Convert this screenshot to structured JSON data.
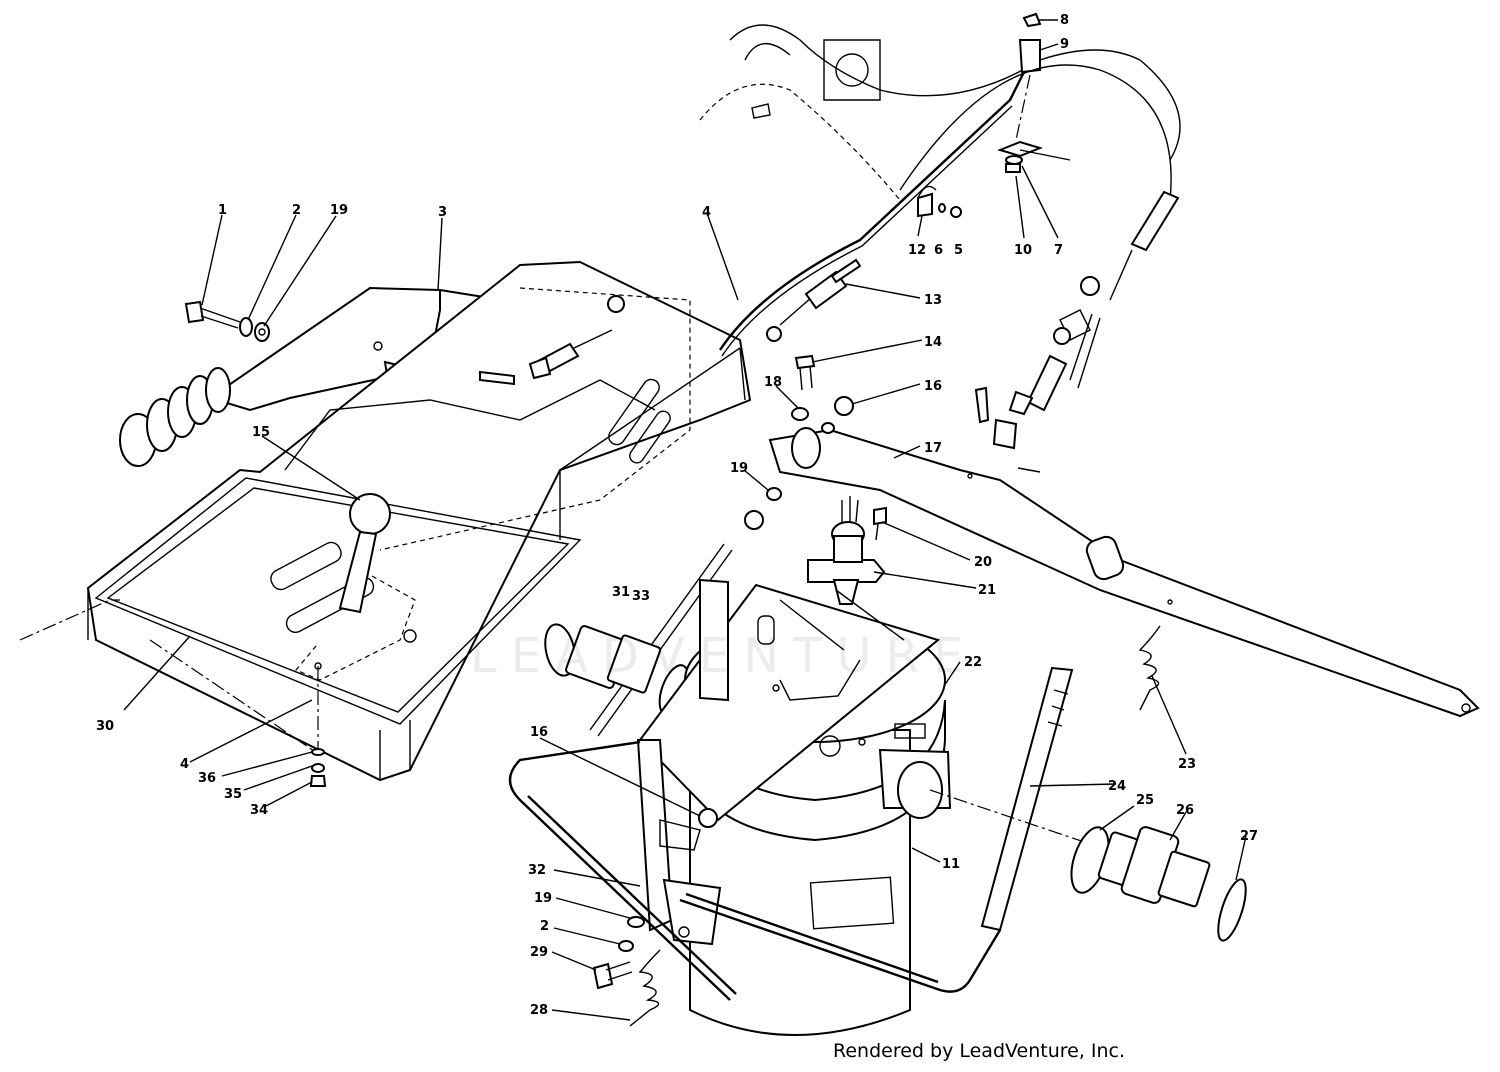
{
  "credit": "Rendered by LeadVenture, Inc.",
  "watermark": "LEADVENTURE",
  "callouts": [
    {
      "id": "c1",
      "text": "1"
    },
    {
      "id": "c2",
      "text": "2"
    },
    {
      "id": "c19a",
      "text": "19"
    },
    {
      "id": "c3",
      "text": "3"
    },
    {
      "id": "c4a",
      "text": "4"
    },
    {
      "id": "c8",
      "text": "8"
    },
    {
      "id": "c9",
      "text": "9"
    },
    {
      "id": "c12",
      "text": "12"
    },
    {
      "id": "c6",
      "text": "6"
    },
    {
      "id": "c5",
      "text": "5"
    },
    {
      "id": "c10",
      "text": "10"
    },
    {
      "id": "c7",
      "text": "7"
    },
    {
      "id": "c13",
      "text": "13"
    },
    {
      "id": "c14",
      "text": "14"
    },
    {
      "id": "c18",
      "text": "18"
    },
    {
      "id": "c16a",
      "text": "16"
    },
    {
      "id": "c15",
      "text": "15"
    },
    {
      "id": "c17",
      "text": "17"
    },
    {
      "id": "c19b",
      "text": "19"
    },
    {
      "id": "c20",
      "text": "20"
    },
    {
      "id": "c21",
      "text": "21"
    },
    {
      "id": "c31",
      "text": "31"
    },
    {
      "id": "c33",
      "text": "33"
    },
    {
      "id": "c22",
      "text": "22"
    },
    {
      "id": "c30",
      "text": "30"
    },
    {
      "id": "c23",
      "text": "23"
    },
    {
      "id": "c16b",
      "text": "16"
    },
    {
      "id": "c4b",
      "text": "4"
    },
    {
      "id": "c36",
      "text": "36"
    },
    {
      "id": "c35",
      "text": "35"
    },
    {
      "id": "c34",
      "text": "34"
    },
    {
      "id": "c24",
      "text": "24"
    },
    {
      "id": "c25",
      "text": "25"
    },
    {
      "id": "c26",
      "text": "26"
    },
    {
      "id": "c11",
      "text": "11"
    },
    {
      "id": "c27",
      "text": "27"
    },
    {
      "id": "c32",
      "text": "32"
    },
    {
      "id": "c19c",
      "text": "19"
    },
    {
      "id": "c2b",
      "text": "2"
    },
    {
      "id": "c29",
      "text": "29"
    },
    {
      "id": "c28",
      "text": "28"
    }
  ]
}
